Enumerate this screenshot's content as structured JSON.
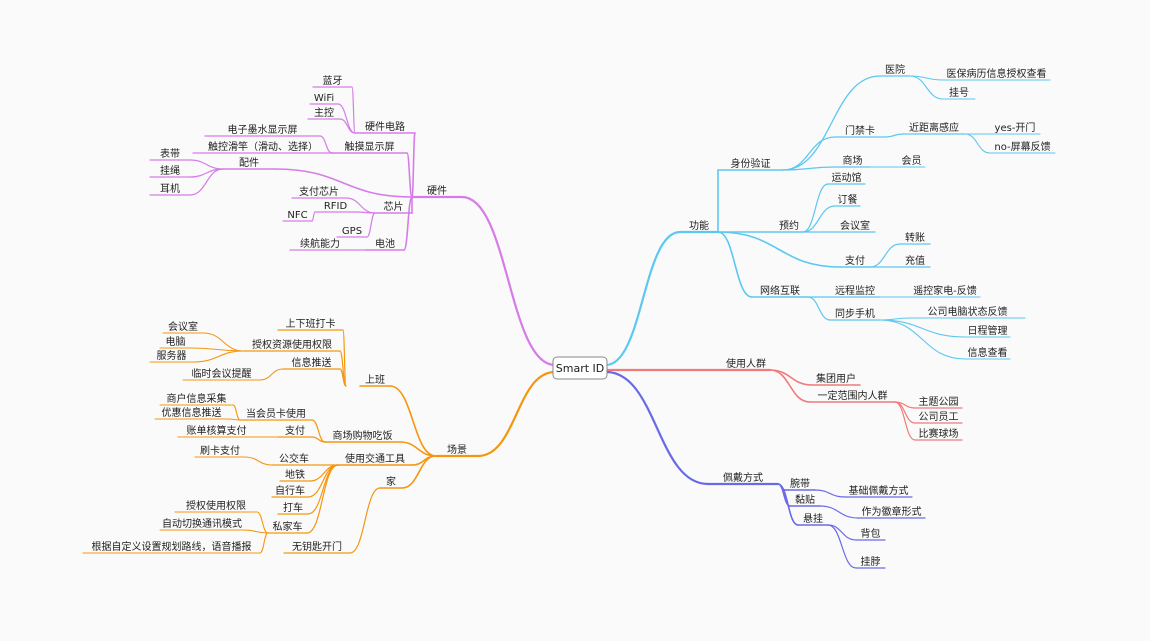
{
  "root": "Smart ID",
  "colors": {
    "hardware": "#d67ce8",
    "scene": "#f5960f",
    "function": "#5cc8f0",
    "users": "#f07a7a",
    "wearing": "#6a6ae8"
  },
  "branches": {
    "hardware": {
      "label": "硬件",
      "children": {
        "circuit": {
          "label": "硬件电路",
          "children": {
            "bluetooth": "蓝牙",
            "wifi": "WiFi",
            "mcu": "主控"
          }
        },
        "touch_display": {
          "label": "触摸显示屏",
          "children": {
            "eink": "电子墨水显示屏",
            "slider": "触控滑竿（滑动、选择）"
          }
        },
        "accessories": {
          "label": "配件",
          "children": {
            "watchband": "表带",
            "lanyard": "挂绳",
            "earphone": "耳机"
          }
        },
        "chip": {
          "label": "芯片",
          "children": {
            "pay_chip": "支付芯片",
            "rfid": "RFID",
            "nfc": "NFC",
            "gps": "GPS"
          }
        },
        "battery": {
          "label": "电池",
          "children": {
            "endurance": "续航能力"
          }
        }
      }
    },
    "scene": {
      "label": "场景",
      "children": {
        "work": {
          "label": "上班",
          "children": {
            "clock_in": "上下班打卡",
            "auth": {
              "label": "授权资源使用权限",
              "children": {
                "meeting_room": "会议室",
                "computer": "电脑",
                "server": "服务器"
              }
            },
            "push": {
              "label": "信息推送",
              "children": {
                "meeting_remind": "临时会议提醒"
              }
            }
          }
        },
        "mall": {
          "label": "商场购物吃饭",
          "children": {
            "membership": {
              "label": "当会员卡使用",
              "children": {
                "merchant": "商户信息采集",
                "discount": "优惠信息推送"
              }
            },
            "pay": {
              "label": "支付",
              "children": {
                "checkout": "账单核算支付"
              }
            }
          }
        },
        "transport": {
          "label": "使用交通工具",
          "children": {
            "bus": {
              "label": "公交车",
              "children": {
                "swipe": "刷卡支付"
              }
            },
            "subway": "地铁",
            "bike": "自行车",
            "taxi": "打车",
            "car": {
              "label": "私家车",
              "children": {
                "car_auth": "授权使用权限",
                "auto_mode": "自动切换通讯模式",
                "route": "根据自定义设置规划路线，语音播报"
              }
            }
          }
        },
        "home": {
          "label": "家",
          "children": {
            "keyless": "无钥匙开门"
          }
        }
      }
    },
    "function": {
      "label": "功能",
      "children": {
        "identity": {
          "label": "身份验证",
          "children": {
            "hospital": {
              "label": "医院",
              "children": {
                "records": "医保病历信息授权查看",
                "register": "挂号"
              }
            },
            "access_card": {
              "label": "门禁卡",
              "children": {
                "proximity": {
                  "label": "近距离感应",
                  "children": {
                    "yes": "yes-开门",
                    "no": "no-屏幕反馈"
                  }
                }
              }
            },
            "mall": {
              "label": "商场",
              "children": {
                "member": "会员"
              }
            }
          }
        },
        "booking": {
          "label": "预约",
          "children": {
            "gym": "运动馆",
            "meal": "订餐",
            "room": "会议室"
          }
        },
        "payment": {
          "label": "支付",
          "children": {
            "transfer": "转账",
            "recharge": "充值"
          }
        },
        "iot": {
          "label": "网络互联",
          "children": {
            "remote": {
              "label": "远程监控",
              "children": {
                "appliance": "遥控家电-反馈"
              }
            },
            "sync": {
              "label": "同步手机",
              "children": {
                "pc_status": "公司电脑状态反馈",
                "schedule": "日程管理",
                "info": "信息查看"
              }
            }
          }
        }
      }
    },
    "users": {
      "label": "使用人群",
      "children": {
        "group": "集团用户",
        "range": {
          "label": "一定范围内人群",
          "children": {
            "park": "主题公园",
            "staff": "公司员工",
            "stadium": "比赛球场"
          }
        }
      }
    },
    "wearing": {
      "label": "佩戴方式",
      "children": {
        "wristband": {
          "label": "腕带",
          "children": {
            "basic": "基础佩戴方式"
          }
        },
        "sticker": {
          "label": "黏贴",
          "children": {
            "badge": "作为徽章形式"
          }
        },
        "hang": {
          "label": "悬挂",
          "children": {
            "bag": "背包",
            "neck": "挂脖"
          }
        }
      }
    }
  }
}
